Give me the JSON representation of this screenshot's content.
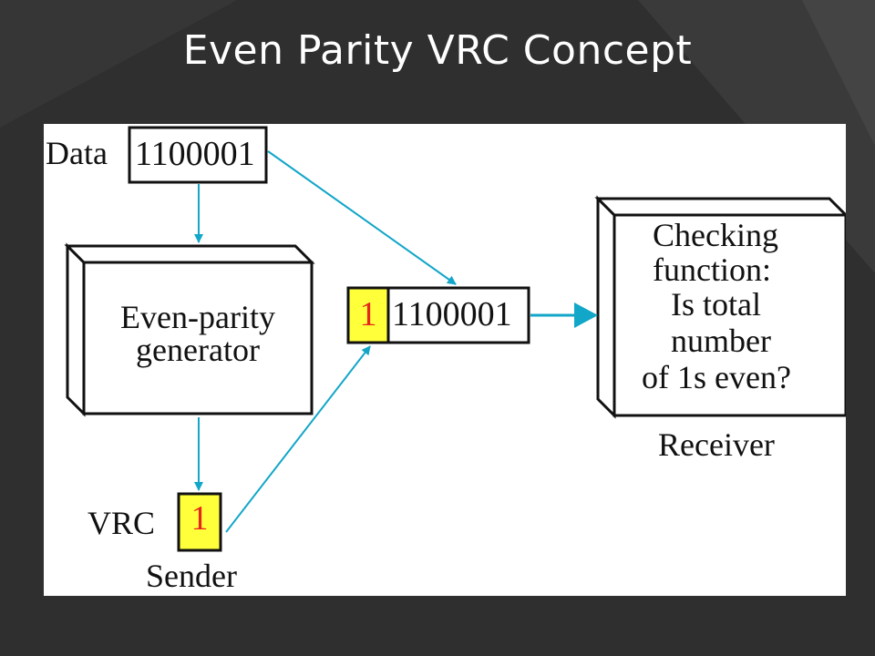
{
  "slide": {
    "title": "Even Parity VRC Concept"
  },
  "diagram": {
    "data_label": "Data",
    "data_bits": "1100001",
    "generator_lines": [
      "Even-parity",
      "generator"
    ],
    "vrc_label": "VRC",
    "vrc_bit": "1",
    "sender_label": "Sender",
    "frame_parity_bit": "1",
    "frame_data_bits": "1100001",
    "checker_lines": [
      "Checking",
      "function:",
      "Is total",
      "number",
      "of 1s even?"
    ],
    "receiver_label": "Receiver"
  },
  "colors": {
    "arrow": "#12a6c8",
    "highlight": "#ffff3a",
    "parity_text": "#e8251c",
    "background": "#2f2f2f"
  }
}
